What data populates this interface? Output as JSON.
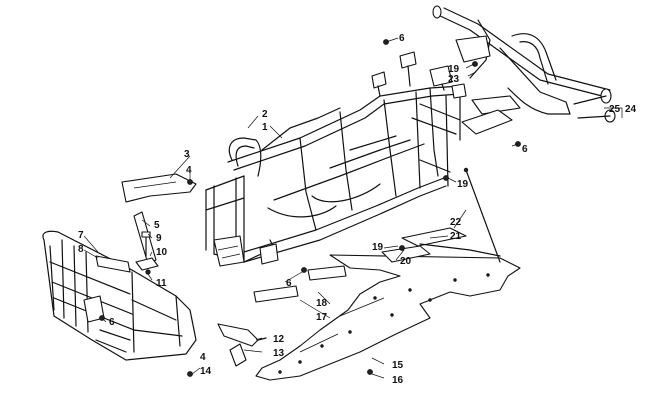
{
  "callouts": [
    {
      "id": "c1",
      "text": "1"
    },
    {
      "id": "c2",
      "text": "2"
    },
    {
      "id": "c3",
      "text": "3"
    },
    {
      "id": "c4a",
      "text": "4"
    },
    {
      "id": "c4b",
      "text": "4"
    },
    {
      "id": "c5",
      "text": "5"
    },
    {
      "id": "c6a",
      "text": "6"
    },
    {
      "id": "c6b",
      "text": "6"
    },
    {
      "id": "c6c",
      "text": "6"
    },
    {
      "id": "c6d",
      "text": "6"
    },
    {
      "id": "c7",
      "text": "7"
    },
    {
      "id": "c8",
      "text": "8"
    },
    {
      "id": "c9",
      "text": "9"
    },
    {
      "id": "c10",
      "text": "10"
    },
    {
      "id": "c11",
      "text": "11"
    },
    {
      "id": "c12",
      "text": "12"
    },
    {
      "id": "c13",
      "text": "13"
    },
    {
      "id": "c14",
      "text": "14"
    },
    {
      "id": "c15",
      "text": "15"
    },
    {
      "id": "c16",
      "text": "16"
    },
    {
      "id": "c17",
      "text": "17"
    },
    {
      "id": "c18",
      "text": "18"
    },
    {
      "id": "c19a",
      "text": "19"
    },
    {
      "id": "c19b",
      "text": "19"
    },
    {
      "id": "c19c",
      "text": "19"
    },
    {
      "id": "c20",
      "text": "20"
    },
    {
      "id": "c21",
      "text": "21"
    },
    {
      "id": "c22",
      "text": "22"
    },
    {
      "id": "c23",
      "text": "23"
    },
    {
      "id": "c24",
      "text": "24"
    },
    {
      "id": "c25",
      "text": "25"
    }
  ]
}
